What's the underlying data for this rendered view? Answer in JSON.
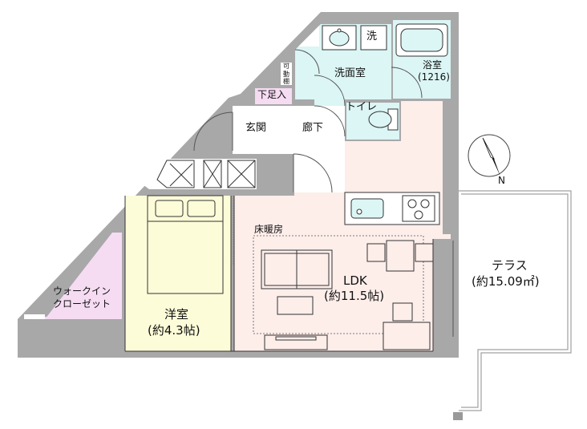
{
  "rooms": {
    "ldk": {
      "name": "LDK",
      "size": "(約11.5帖)"
    },
    "western": {
      "name": "洋室",
      "size": "(約4.3帖)"
    },
    "walk_in_closet": {
      "line1": "ウォークイン",
      "line2": "クローゼット"
    },
    "terrace": {
      "name": "テラス",
      "size": "(約15.09㎡)"
    },
    "entrance": "玄関",
    "hallway": "廊下",
    "toilet": "トイレ",
    "washroom": "洗面室",
    "bathroom": {
      "name": "浴室",
      "size": "(1216)"
    },
    "shoe_storage": "下足入",
    "washer": "洗",
    "movable_shelf": "可動棚",
    "floor_heating": "床暖房"
  },
  "compass": {
    "north": "N"
  },
  "colors": {
    "wall": "#a8a8a8",
    "ldk": "#fdeeea",
    "western": "#fdfcd9",
    "closet": "#f6dcf3",
    "wet_area": "#dcf5f5",
    "hall": "#ffffff"
  }
}
